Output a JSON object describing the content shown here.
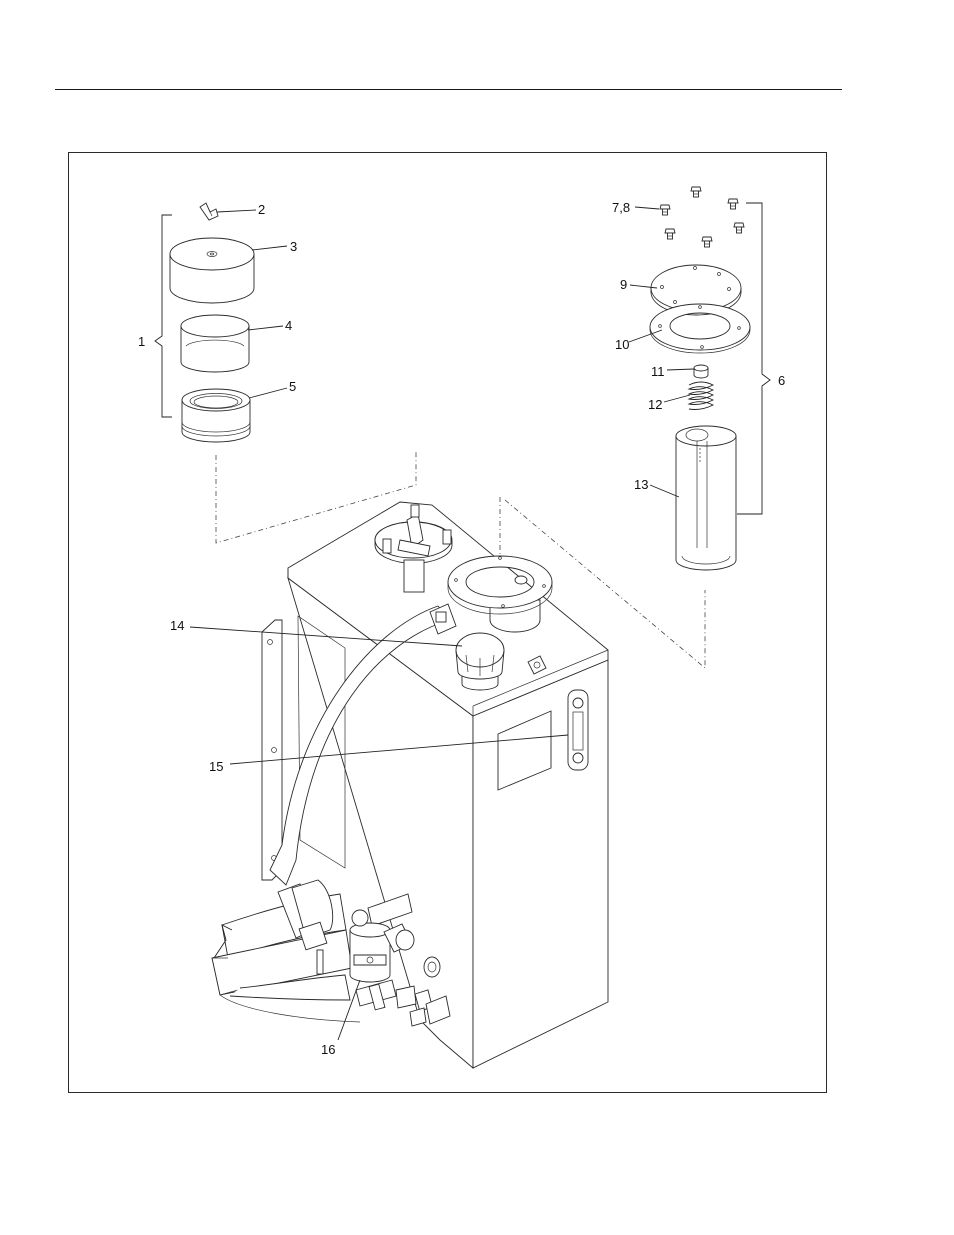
{
  "figure": {
    "callouts": [
      {
        "id": "c1",
        "text": "1"
      },
      {
        "id": "c2",
        "text": "2"
      },
      {
        "id": "c3",
        "text": "3"
      },
      {
        "id": "c4",
        "text": "4"
      },
      {
        "id": "c5",
        "text": "5"
      },
      {
        "id": "c6",
        "text": "6"
      },
      {
        "id": "c78",
        "text": "7,8"
      },
      {
        "id": "c9",
        "text": "9"
      },
      {
        "id": "c10",
        "text": "10"
      },
      {
        "id": "c11",
        "text": "11"
      },
      {
        "id": "c12",
        "text": "12"
      },
      {
        "id": "c13",
        "text": "13"
      },
      {
        "id": "c14",
        "text": "14"
      },
      {
        "id": "c15",
        "text": "15"
      },
      {
        "id": "c16",
        "text": "16"
      }
    ]
  }
}
